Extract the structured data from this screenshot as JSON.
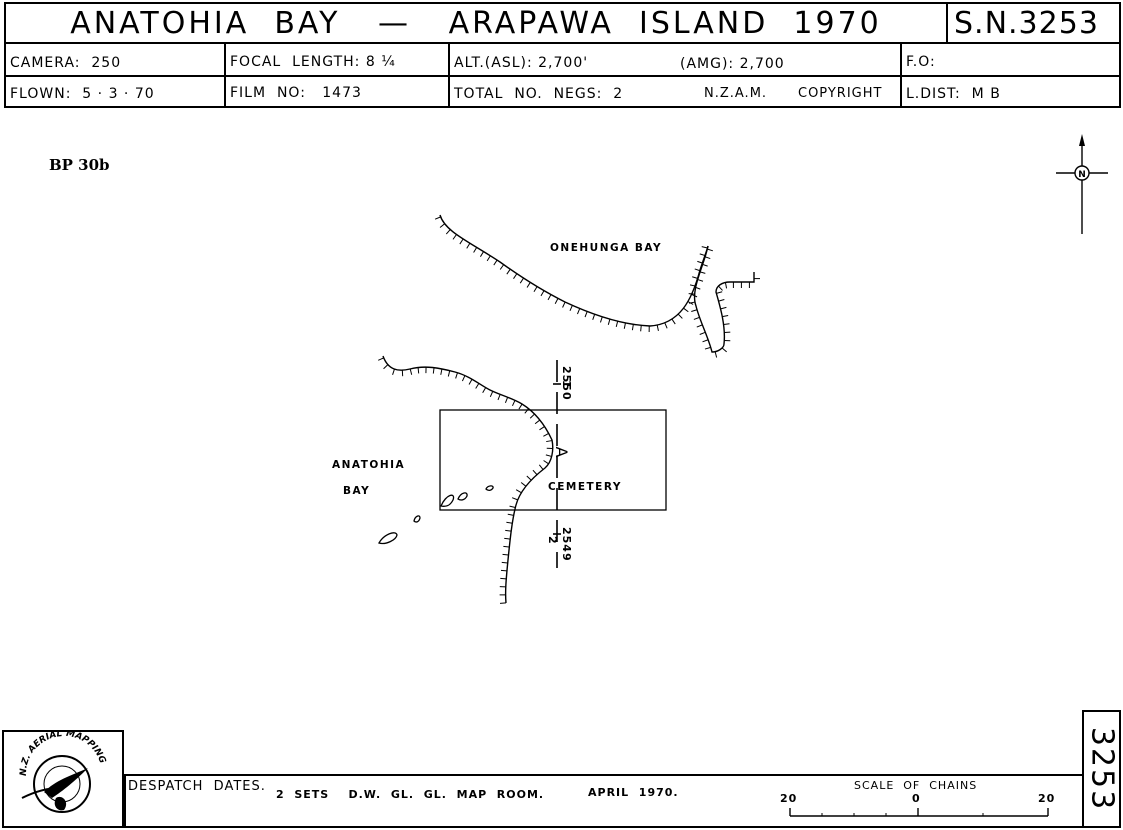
{
  "header": {
    "title": "ANATOHIA  BAY   —   ARAPAWA  ISLAND  1970",
    "sheet_no": "S.N.3253"
  },
  "info": {
    "camera": "CAMERA:  250",
    "focal_length": "FOCAL  LENGTH: 8 ¼",
    "alt_asl": "ALT.(ASL): 2,700'",
    "amg": "(AMG): 2,700",
    "fo": "F.O:",
    "flown": "FLOWN:  5 · 3 · 70",
    "film_no": "FILM  NO:   1473",
    "total_negs": "TOTAL  NO.  NEGS:  2",
    "nzam": "N.Z.A.M.",
    "copyright": "COPYRIGHT",
    "l_dist": "L.DIST:  M B"
  },
  "sheet_ref": "BP 30b",
  "map": {
    "north_label": "N",
    "places": {
      "onehunga_bay": "ONEHUNGA  BAY",
      "anatohia": "ANATOHIA",
      "bay": "BAY",
      "cemetery": "CEMETERY"
    },
    "flight_line": {
      "label": "A",
      "photo_top_no": "1",
      "photo_top_id": "2550",
      "photo_bottom_no": "2",
      "photo_bottom_id": "2549"
    }
  },
  "footer": {
    "despatch_label": "DESPATCH  DATES.",
    "despatch_detail": "2  SETS    D.W.  GL.  GL.  MAP  ROOM.",
    "despatch_date": "APRIL  1970.",
    "scale_title": "SCALE  OF  CHAINS",
    "scale_left": "20",
    "scale_mid": "0",
    "scale_right": "20",
    "number": "3253",
    "logo_text": "N.Z. AERIAL MAPPING"
  }
}
